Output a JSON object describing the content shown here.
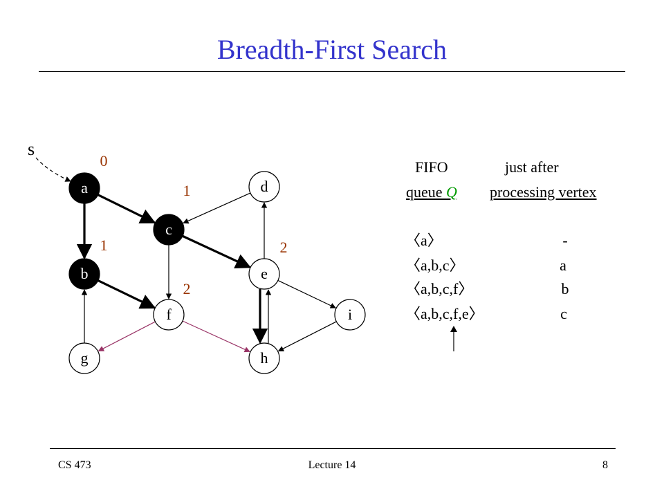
{
  "title": "Breadth-First Search",
  "footer": {
    "left": "CS 473",
    "center": "Lecture 14",
    "right": "8"
  },
  "graph": {
    "source_label": "s",
    "vertices": [
      {
        "id": "a",
        "label": "a",
        "fill": "#000000",
        "text_color": "#ffffff"
      },
      {
        "id": "b",
        "label": "b",
        "fill": "#000000",
        "text_color": "#ffffff"
      },
      {
        "id": "c",
        "label": "c",
        "fill": "#000000",
        "text_color": "#ffffff"
      },
      {
        "id": "d",
        "label": "d",
        "fill": "#ffffff",
        "text_color": "#000000"
      },
      {
        "id": "e",
        "label": "e",
        "fill": "#ffffff",
        "text_color": "#000000"
      },
      {
        "id": "f",
        "label": "f",
        "fill": "#ffffff",
        "text_color": "#000000"
      },
      {
        "id": "g",
        "label": "g",
        "fill": "#ffffff",
        "text_color": "#000000"
      },
      {
        "id": "h",
        "label": "h",
        "fill": "#ffffff",
        "text_color": "#000000"
      },
      {
        "id": "i",
        "label": "i",
        "fill": "#ffffff",
        "text_color": "#000000"
      }
    ],
    "distances": [
      {
        "vertex": "a",
        "label": "0"
      },
      {
        "vertex": "c",
        "label": "1"
      },
      {
        "vertex": "b",
        "label": "1"
      },
      {
        "vertex": "e",
        "label": "2"
      },
      {
        "vertex": "f",
        "label": "2"
      }
    ],
    "edges": [
      {
        "from": "a",
        "to": "c",
        "style": "tree"
      },
      {
        "from": "a",
        "to": "b",
        "style": "tree"
      },
      {
        "from": "c",
        "to": "e",
        "style": "tree"
      },
      {
        "from": "b",
        "to": "f",
        "style": "tree"
      },
      {
        "from": "c",
        "to": "f",
        "style": "normal"
      },
      {
        "from": "d",
        "to": "c",
        "style": "normal"
      },
      {
        "from": "e",
        "to": "d",
        "style": "normal"
      },
      {
        "from": "e",
        "to": "i",
        "style": "normal"
      },
      {
        "from": "i",
        "to": "h",
        "style": "normal"
      },
      {
        "from": "g",
        "to": "b",
        "style": "normal"
      },
      {
        "from": "e",
        "to": "h",
        "style": "tree"
      },
      {
        "from": "h",
        "to": "e",
        "style": "normal"
      },
      {
        "from": "f",
        "to": "g",
        "style": "highlight"
      },
      {
        "from": "f",
        "to": "h",
        "style": "highlight"
      }
    ],
    "colors": {
      "distance": "#993300",
      "highlight": "#993366",
      "edge": "#000000"
    }
  },
  "table": {
    "col1_header_line1": "FIFO",
    "col1_header_line2_prefix": "queue ",
    "col1_header_line2_var": "Q",
    "col2_header_line1": "just after",
    "col2_header_line2": "processing vertex",
    "var_color": "#009900",
    "rows": [
      {
        "queue": "〈a〉",
        "vertex": "-"
      },
      {
        "queue": "〈a,b,c〉",
        "vertex": "a"
      },
      {
        "queue": "〈a,b,c,f〉",
        "vertex": "b"
      },
      {
        "queue": "〈a,b,c,f,e〉",
        "vertex": "c"
      }
    ]
  }
}
